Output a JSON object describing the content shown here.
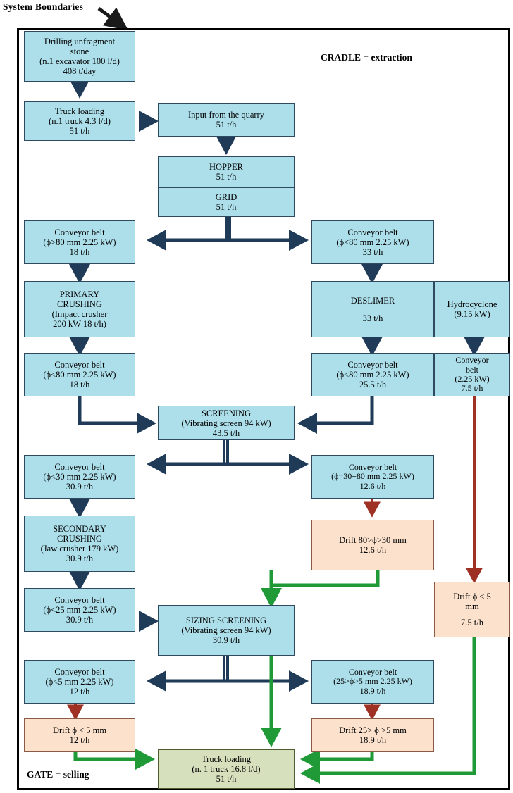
{
  "labels": {
    "system_boundaries": "System Boundaries",
    "cradle": "CRADLE = extraction",
    "gate": "GATE = selling"
  },
  "colors": {
    "process_blue": "#addfeb",
    "waste_peach": "#fce2cd",
    "output_olive": "#d7e0bd",
    "blue_arrow": "#1f3b57",
    "red_arrow": "#9e3124",
    "green_arrow": "#1f9a36",
    "frame_border": "#000000"
  },
  "nodes": [
    {
      "id": "drilling",
      "type": "blue",
      "lines": [
        "Drilling unfragment",
        "stone",
        "(n.1 excavator 100 l/d)",
        "408 t/day"
      ]
    },
    {
      "id": "truck-loading-in",
      "type": "blue",
      "lines": [
        "Truck loading",
        "(n.1 truck 4.3 l/d)",
        "51 t/h"
      ]
    },
    {
      "id": "input-quarry",
      "type": "blue",
      "lines": [
        "Input from the quarry",
        "51 t/h"
      ]
    },
    {
      "id": "hopper",
      "type": "blue",
      "lines": [
        "HOPPER",
        "51 t/h"
      ]
    },
    {
      "id": "grid",
      "type": "blue",
      "lines": [
        "GRID",
        "51 t/h"
      ]
    },
    {
      "id": "conveyor-gt80",
      "type": "blue",
      "lines": [
        "Conveyor belt",
        "(ϕ>80 mm 2.25 kW)",
        "18 t/h"
      ]
    },
    {
      "id": "conveyor-lt80-33",
      "type": "blue",
      "lines": [
        "Conveyor belt",
        "(ϕ<80 mm 2.25 kW)",
        "33 t/h"
      ]
    },
    {
      "id": "primary-crushing",
      "type": "blue",
      "lines": [
        "PRIMARY",
        "CRUSHING",
        "(Impact crusher",
        "200 kW 18 t/h)"
      ]
    },
    {
      "id": "deslimer",
      "type": "blue",
      "lines": [
        "DESLIMER",
        "",
        "33 t/h"
      ]
    },
    {
      "id": "hydrocyclone",
      "type": "blue",
      "lines": [
        "Hydrocyclone",
        "(9.15 kW)"
      ]
    },
    {
      "id": "conveyor-lt80-18",
      "type": "blue",
      "lines": [
        "Conveyor belt",
        "(ϕ<80 mm 2.25 kW)",
        "18 t/h"
      ]
    },
    {
      "id": "conveyor-lt80-255",
      "type": "blue",
      "lines": [
        "Conveyor belt",
        "(ϕ<80 mm 2.25 kW)",
        "25.5 t/h"
      ]
    },
    {
      "id": "conveyor-hydro",
      "type": "blue",
      "lines": [
        "Conveyor",
        "belt",
        "(2.25 kW)",
        "7.5 t/h"
      ]
    },
    {
      "id": "screening",
      "type": "blue",
      "lines": [
        "SCREENING",
        "(Vibrating screen 94 kW)",
        "43.5 t/h"
      ]
    },
    {
      "id": "conveyor-lt30",
      "type": "blue",
      "lines": [
        "Conveyor belt",
        "(ϕ<30 mm 2.25 kW)",
        "30.9 t/h"
      ]
    },
    {
      "id": "conveyor-30-80",
      "type": "blue",
      "lines": [
        "Conveyor belt",
        "(ϕ=30÷80 mm 2.25 kW)",
        "12.6 t/h"
      ]
    },
    {
      "id": "secondary-crushing",
      "type": "blue",
      "lines": [
        "SECONDARY",
        "CRUSHING",
        "(Jaw crusher 179 kW)",
        "30.9 t/h"
      ]
    },
    {
      "id": "drift-80-30",
      "type": "peach",
      "lines": [
        "Drift 80>ϕ>30 mm",
        "12.6 t/h"
      ]
    },
    {
      "id": "conveyor-lt25",
      "type": "blue",
      "lines": [
        "Conveyor belt",
        "(ϕ<25 mm 2.25 kW)",
        "30.9 t/h"
      ]
    },
    {
      "id": "sizing-screening",
      "type": "blue",
      "lines": [
        "SIZING SCREENING",
        "(Vibrating screen 94 kW)",
        "30.9 t/h"
      ]
    },
    {
      "id": "drift-lt5-75",
      "type": "peach",
      "lines": [
        "Drift ϕ < 5",
        "mm",
        "",
        "7.5 t/h"
      ]
    },
    {
      "id": "conveyor-lt5",
      "type": "blue",
      "lines": [
        "Conveyor belt",
        "(ϕ<5 mm 2.25 kW)",
        "12 t/h"
      ]
    },
    {
      "id": "conveyor-25-5",
      "type": "blue",
      "lines": [
        "Conveyor belt",
        "(25>ϕ>5 mm 2.25 kW)",
        "18.9 t/h"
      ]
    },
    {
      "id": "drift-lt5-12",
      "type": "peach",
      "lines": [
        "Drift ϕ < 5 mm",
        "12 t/h"
      ]
    },
    {
      "id": "drift-25-5",
      "type": "peach",
      "lines": [
        "Drift 25> ϕ >5 mm",
        "18.9 t/h"
      ]
    },
    {
      "id": "truck-loading-out",
      "type": "olive",
      "lines": [
        "Truck loading",
        "(n. 1 truck 16.8 l/d)",
        "51 t/h"
      ]
    }
  ],
  "chart_data": {
    "type": "diagram",
    "title": "Quarry aggregate production process flow (cradle-to-gate)",
    "flows": [
      {
        "from": "drilling",
        "to": "truck-loading-in",
        "value": "408 t/day",
        "color": "blue"
      },
      {
        "from": "truck-loading-in",
        "to": "input-quarry",
        "value": "51 t/h",
        "color": "blue"
      },
      {
        "from": "input-quarry",
        "to": "hopper",
        "value": "51 t/h",
        "color": "blue"
      },
      {
        "from": "grid",
        "to": "conveyor-gt80",
        "value": "18 t/h",
        "color": "blue"
      },
      {
        "from": "grid",
        "to": "conveyor-lt80-33",
        "value": "33 t/h",
        "color": "blue"
      },
      {
        "from": "conveyor-gt80",
        "to": "primary-crushing",
        "value": "18 t/h",
        "color": "blue"
      },
      {
        "from": "conveyor-lt80-33",
        "to": "deslimer",
        "value": "33 t/h",
        "color": "blue"
      },
      {
        "from": "primary-crushing",
        "to": "conveyor-lt80-18",
        "value": "18 t/h",
        "color": "blue"
      },
      {
        "from": "deslimer",
        "to": "conveyor-lt80-255",
        "value": "25.5 t/h",
        "color": "blue"
      },
      {
        "from": "hydrocyclone",
        "to": "conveyor-hydro",
        "value": "7.5 t/h",
        "color": "blue"
      },
      {
        "from": "conveyor-lt80-18",
        "to": "screening",
        "value": "18 t/h",
        "color": "blue"
      },
      {
        "from": "conveyor-lt80-255",
        "to": "screening",
        "value": "25.5 t/h",
        "color": "blue"
      },
      {
        "from": "conveyor-hydro",
        "to": "drift-lt5-75",
        "value": "7.5 t/h",
        "color": "red"
      },
      {
        "from": "screening",
        "to": "conveyor-lt30",
        "value": "30.9 t/h",
        "color": "blue"
      },
      {
        "from": "screening",
        "to": "conveyor-30-80",
        "value": "12.6 t/h",
        "color": "blue"
      },
      {
        "from": "conveyor-lt30",
        "to": "secondary-crushing",
        "value": "30.9 t/h",
        "color": "blue"
      },
      {
        "from": "conveyor-30-80",
        "to": "drift-80-30",
        "value": "12.6 t/h",
        "color": "red"
      },
      {
        "from": "secondary-crushing",
        "to": "conveyor-lt25",
        "value": "30.9 t/h",
        "color": "blue"
      },
      {
        "from": "conveyor-lt25",
        "to": "sizing-screening",
        "value": "30.9 t/h",
        "color": "blue"
      },
      {
        "from": "drift-80-30",
        "to": "sizing-screening",
        "value": "12.6 t/h",
        "color": "green"
      },
      {
        "from": "sizing-screening",
        "to": "conveyor-lt5",
        "value": "12 t/h",
        "color": "blue"
      },
      {
        "from": "sizing-screening",
        "to": "conveyor-25-5",
        "value": "18.9 t/h",
        "color": "blue"
      },
      {
        "from": "conveyor-lt5",
        "to": "drift-lt5-12",
        "value": "12 t/h",
        "color": "red"
      },
      {
        "from": "conveyor-25-5",
        "to": "drift-25-5",
        "value": "18.9 t/h",
        "color": "red"
      },
      {
        "from": "drift-lt5-12",
        "to": "truck-loading-out",
        "value": "12 t/h",
        "color": "green"
      },
      {
        "from": "drift-25-5",
        "to": "truck-loading-out",
        "value": "18.9 t/h",
        "color": "green"
      },
      {
        "from": "drift-lt5-75",
        "to": "truck-loading-out",
        "value": "7.5 t/h",
        "color": "green"
      },
      {
        "from": "sizing-screening",
        "to": "truck-loading-out",
        "value": "51 t/h",
        "color": "green"
      }
    ]
  }
}
